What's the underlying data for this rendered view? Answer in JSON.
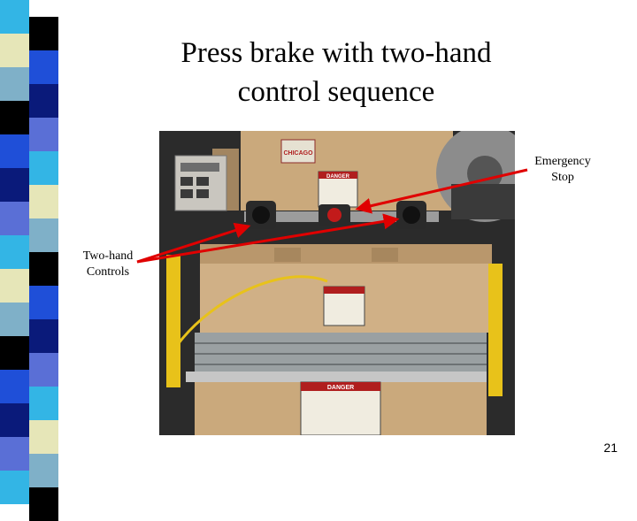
{
  "slide": {
    "title_line1": "Press brake with two-hand",
    "title_line2": "control sequence",
    "callouts": {
      "emergency_stop": "Emergency\nStop",
      "two_hand_controls": "Two-hand\nControls"
    },
    "photo_labels": {
      "brand_logo": "CHICAGO",
      "danger_sign_top": "DANGER",
      "danger_sign_bottom": "DANGER"
    },
    "page_number": "21"
  },
  "colors": {
    "stripe_palette": [
      "#33b5e5",
      "#0a1a7a",
      "#000000",
      "#e6e6b8",
      "#5a6fd6",
      "#1f4fd8",
      "#7fb0c8"
    ],
    "arrow": "#e00000",
    "machine_tan": "#c9a77a",
    "guard_yellow": "#e8c21a"
  }
}
